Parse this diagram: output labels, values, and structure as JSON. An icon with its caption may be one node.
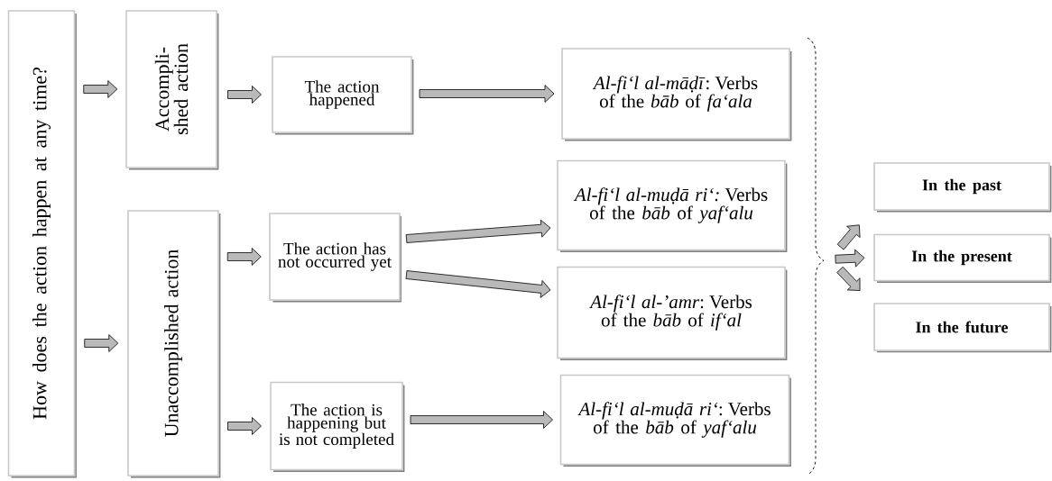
{
  "diagram": {
    "nodes": [
      {
        "text": [
          "How does the action happen at any time?"
        ]
      },
      {
        "text": [
          "Accompli- shed action"
        ]
      },
      {
        "text": [
          "Unaccomplished action"
        ]
      },
      {
        "text": [
          "The action happened"
        ]
      },
      {
        "text": [
          "The action has not occurred yet"
        ]
      },
      {
        "text": [
          "The action is happening but is not completed"
        ]
      },
      {
        "text": [
          "*Al-fi‘l al-māḍī*: Verbs of the *bāb* of *fa‘ala*"
        ]
      },
      {
        "text": [
          "*Al-fi‘l al-muḍā ri‘:* Verbs of the *bāb* of *yaf‘alu*"
        ]
      },
      {
        "text": [
          "*Al-fi‘l al-’amr*: Verbs of the *bāb* of *if‘al*"
        ]
      },
      {
        "text": [
          "*Al-fi‘l al-muḍā ri‘*: Verbs of the *bāb* of *yaf‘alu*"
        ]
      },
      {
        "text": [
          "In the past"
        ]
      },
      {
        "text": [
          "In the present"
        ]
      },
      {
        "text": [
          "In the future"
        ]
      }
    ],
    "edges": [
      {
        "from": 0,
        "to": 1,
        "arrow": "to"
      },
      {
        "from": 0,
        "to": 2,
        "arrow": "to"
      },
      {
        "from": 1,
        "to": 3,
        "arrow": "to"
      },
      {
        "from": 2,
        "to": 4,
        "arrow": "to"
      },
      {
        "from": 2,
        "to": 5,
        "arrow": "to"
      },
      {
        "from": 3,
        "to": 6,
        "arrow": "to"
      },
      {
        "from": 4,
        "to": 7,
        "arrow": "to"
      },
      {
        "from": 4,
        "to": 8,
        "arrow": "to"
      },
      {
        "from": 5,
        "to": 9,
        "arrow": "to"
      },
      {
        "from": null,
        "to": 10,
        "arrow": "to"
      },
      {
        "from": null,
        "to": 11,
        "arrow": "to"
      },
      {
        "from": null,
        "to": 12,
        "arrow": "to"
      }
    ]
  }
}
